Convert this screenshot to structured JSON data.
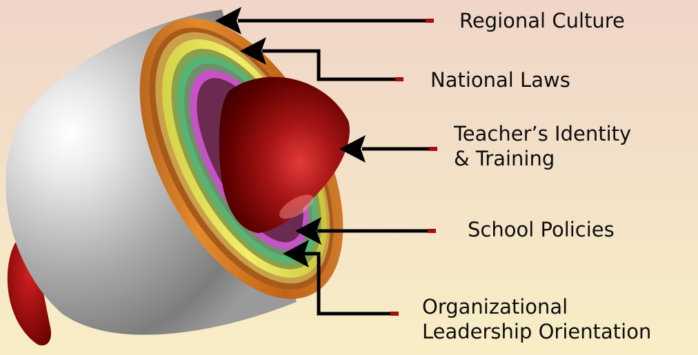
{
  "diagram": {
    "labels": {
      "regional_culture": "Regional Culture",
      "national_laws": "National Laws",
      "teacher_line1": "Teacher’s Identity",
      "teacher_line2": "& Training",
      "school_policies": "School Policies",
      "org_line1": "Organizational",
      "org_line2": "Leadership Orientation"
    },
    "colors": {
      "outer_shell": "#b8b8b8",
      "rim_orange": "#c8731f",
      "ring_yellow": "#e7e24a",
      "ring_green": "#4fae6a",
      "ring_magenta": "#c04fc0",
      "core_red": "#8a0a0a",
      "arrow": "#000000",
      "arrow_tip_accent": "#a01010"
    }
  }
}
